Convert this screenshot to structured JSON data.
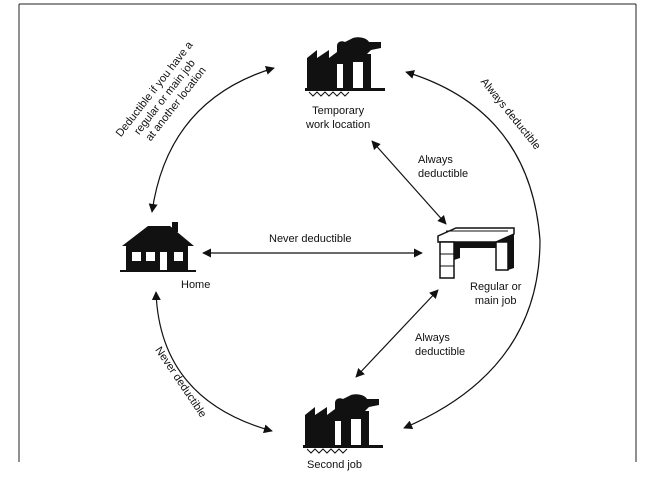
{
  "nodes": {
    "temporary": {
      "label": "Temporary\nwork location",
      "icon": "factory-icon"
    },
    "home": {
      "label": "Home",
      "icon": "house-icon"
    },
    "regular": {
      "label": "Regular or\nmain job",
      "icon": "desk-icon"
    },
    "second": {
      "label": "Second job",
      "icon": "factory-icon"
    }
  },
  "edges": {
    "home_temporary": {
      "label": "Deductible if you have a\nregular or main job\nat another location"
    },
    "temporary_regular": {
      "label": "Always\ndeductible"
    },
    "regular_temporary_outer": {
      "label": "Always deductible"
    },
    "home_regular": {
      "label": "Never deductible"
    },
    "regular_second": {
      "label": "Always\ndeductible"
    },
    "home_second": {
      "label": "Never deductible"
    }
  },
  "colors": {
    "ink": "#111111",
    "background": "#ffffff"
  }
}
